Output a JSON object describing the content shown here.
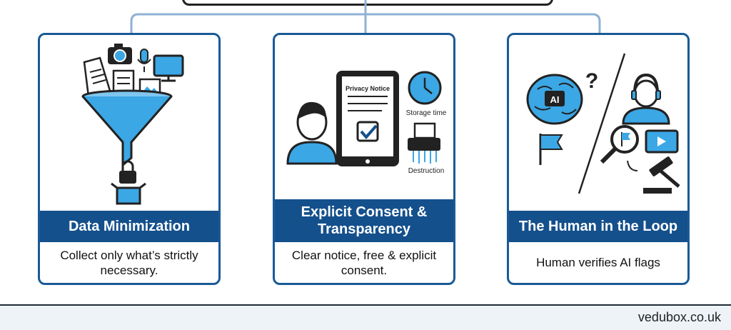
{
  "cards": [
    {
      "title": "Data Minimization",
      "description": "Collect only what’s strictly necessary.",
      "icons": [
        "document-icon",
        "camera-icon",
        "microphone-icon",
        "monitor-icon",
        "image-icon",
        "funnel-icon",
        "lock-icon",
        "box-icon"
      ]
    },
    {
      "title": "Explicit Consent & Transparency",
      "description": "Clear notice, free & explicit consent.",
      "labels": {
        "notice": "Privacy Notice",
        "storage": "Storage time",
        "destruction": "Destruction"
      },
      "icons": [
        "person-icon",
        "tablet-icon",
        "checkbox-icon",
        "clock-icon",
        "shredder-icon"
      ]
    },
    {
      "title": "The Human in the Loop",
      "description": "Human verifies AI flags",
      "labels": {
        "ai": "AI",
        "question": "?"
      },
      "icons": [
        "brain-icon",
        "question-icon",
        "flag-icon",
        "operator-icon",
        "magnifier-icon",
        "video-icon",
        "gavel-icon"
      ]
    }
  ],
  "footer": {
    "site": "vedubox.co.uk"
  },
  "colors": {
    "primary": "#14508c",
    "accent": "#3ba7e5",
    "connector": "#8fb1d4",
    "dark": "#222222"
  }
}
